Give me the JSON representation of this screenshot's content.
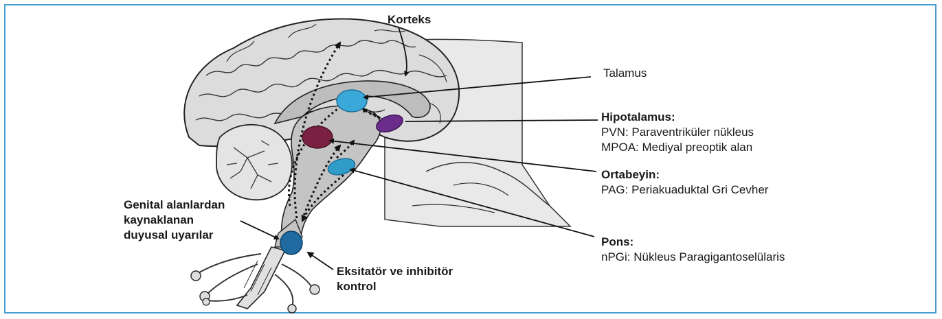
{
  "labels": {
    "korteks": "Korteks",
    "talamus": "Talamus",
    "hipotalamus": {
      "title": "Hipotalamus:",
      "line1": "PVN: Paraventriküler nükleus",
      "line2": "MPOA: Mediyal preoptik alan"
    },
    "ortabeyin": {
      "title": "Ortabeyin:",
      "line1": "PAG: Periakuaduktal Gri Cevher"
    },
    "pons": {
      "title": "Pons:",
      "line1": "nPGi: Nükleus Paragigantoselülaris"
    },
    "genital": {
      "line1": "Genital alanlardan",
      "line2": "kaynaklanan",
      "line3": "duyusal uyarılar"
    },
    "eksitator": {
      "line1": "Eksitatör ve inhibitör",
      "line2": "kontrol"
    }
  },
  "colors": {
    "border": "#4a9fd0",
    "talamus_nucleus": "#3aa8d8",
    "hipotalamus_nucleus": "#6a2d8c",
    "pag_nucleus": "#7a2040",
    "pons_nucleus": "#2f9cc9",
    "spinal_nucleus": "#1f6aa0",
    "brain_fill": "#d9d9d9",
    "inner_fill": "#bdbdbd"
  }
}
